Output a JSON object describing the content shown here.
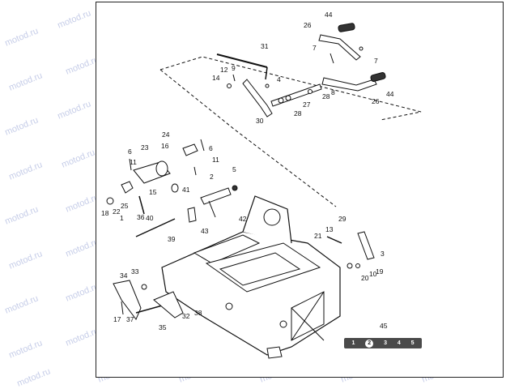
{
  "watermark": "motod.ru",
  "callouts": [
    "1",
    "2",
    "3",
    "4",
    "5",
    "6",
    "6",
    "7",
    "7",
    "8",
    "9",
    "10",
    "11",
    "11",
    "12",
    "13",
    "14",
    "15",
    "16",
    "17",
    "18",
    "19",
    "20",
    "21",
    "22",
    "23",
    "24",
    "25",
    "26",
    "26",
    "27",
    "28",
    "28",
    "29",
    "30",
    "31",
    "32",
    "33",
    "34",
    "35",
    "36",
    "37",
    "38",
    "39",
    "40",
    "41",
    "42",
    "43",
    "44",
    "44",
    "45"
  ],
  "model_badge": {
    "items": [
      "1",
      "2",
      "3",
      "4",
      "5"
    ],
    "active": "2"
  }
}
